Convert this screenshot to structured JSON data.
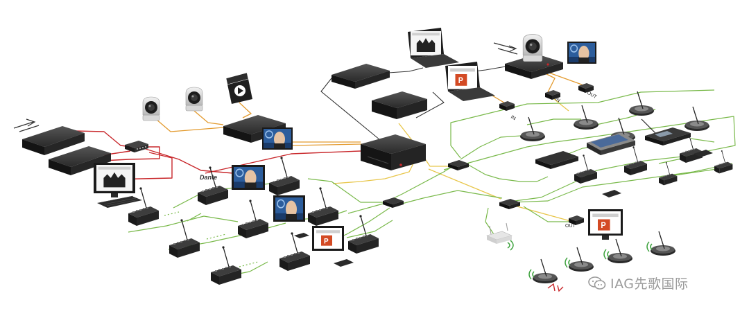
{
  "diagram": {
    "brand": "Dante",
    "ports": {
      "in_left": "IN",
      "in_right": "IN",
      "out_top": "OUT",
      "out_mid": "OUT"
    },
    "watermark": "IAG先歌国际",
    "colors": {
      "red": "#c8262a",
      "orange": "#e39a2d",
      "yellow": "#e8c64a",
      "green": "#79b94a",
      "dark": "#333333"
    }
  }
}
